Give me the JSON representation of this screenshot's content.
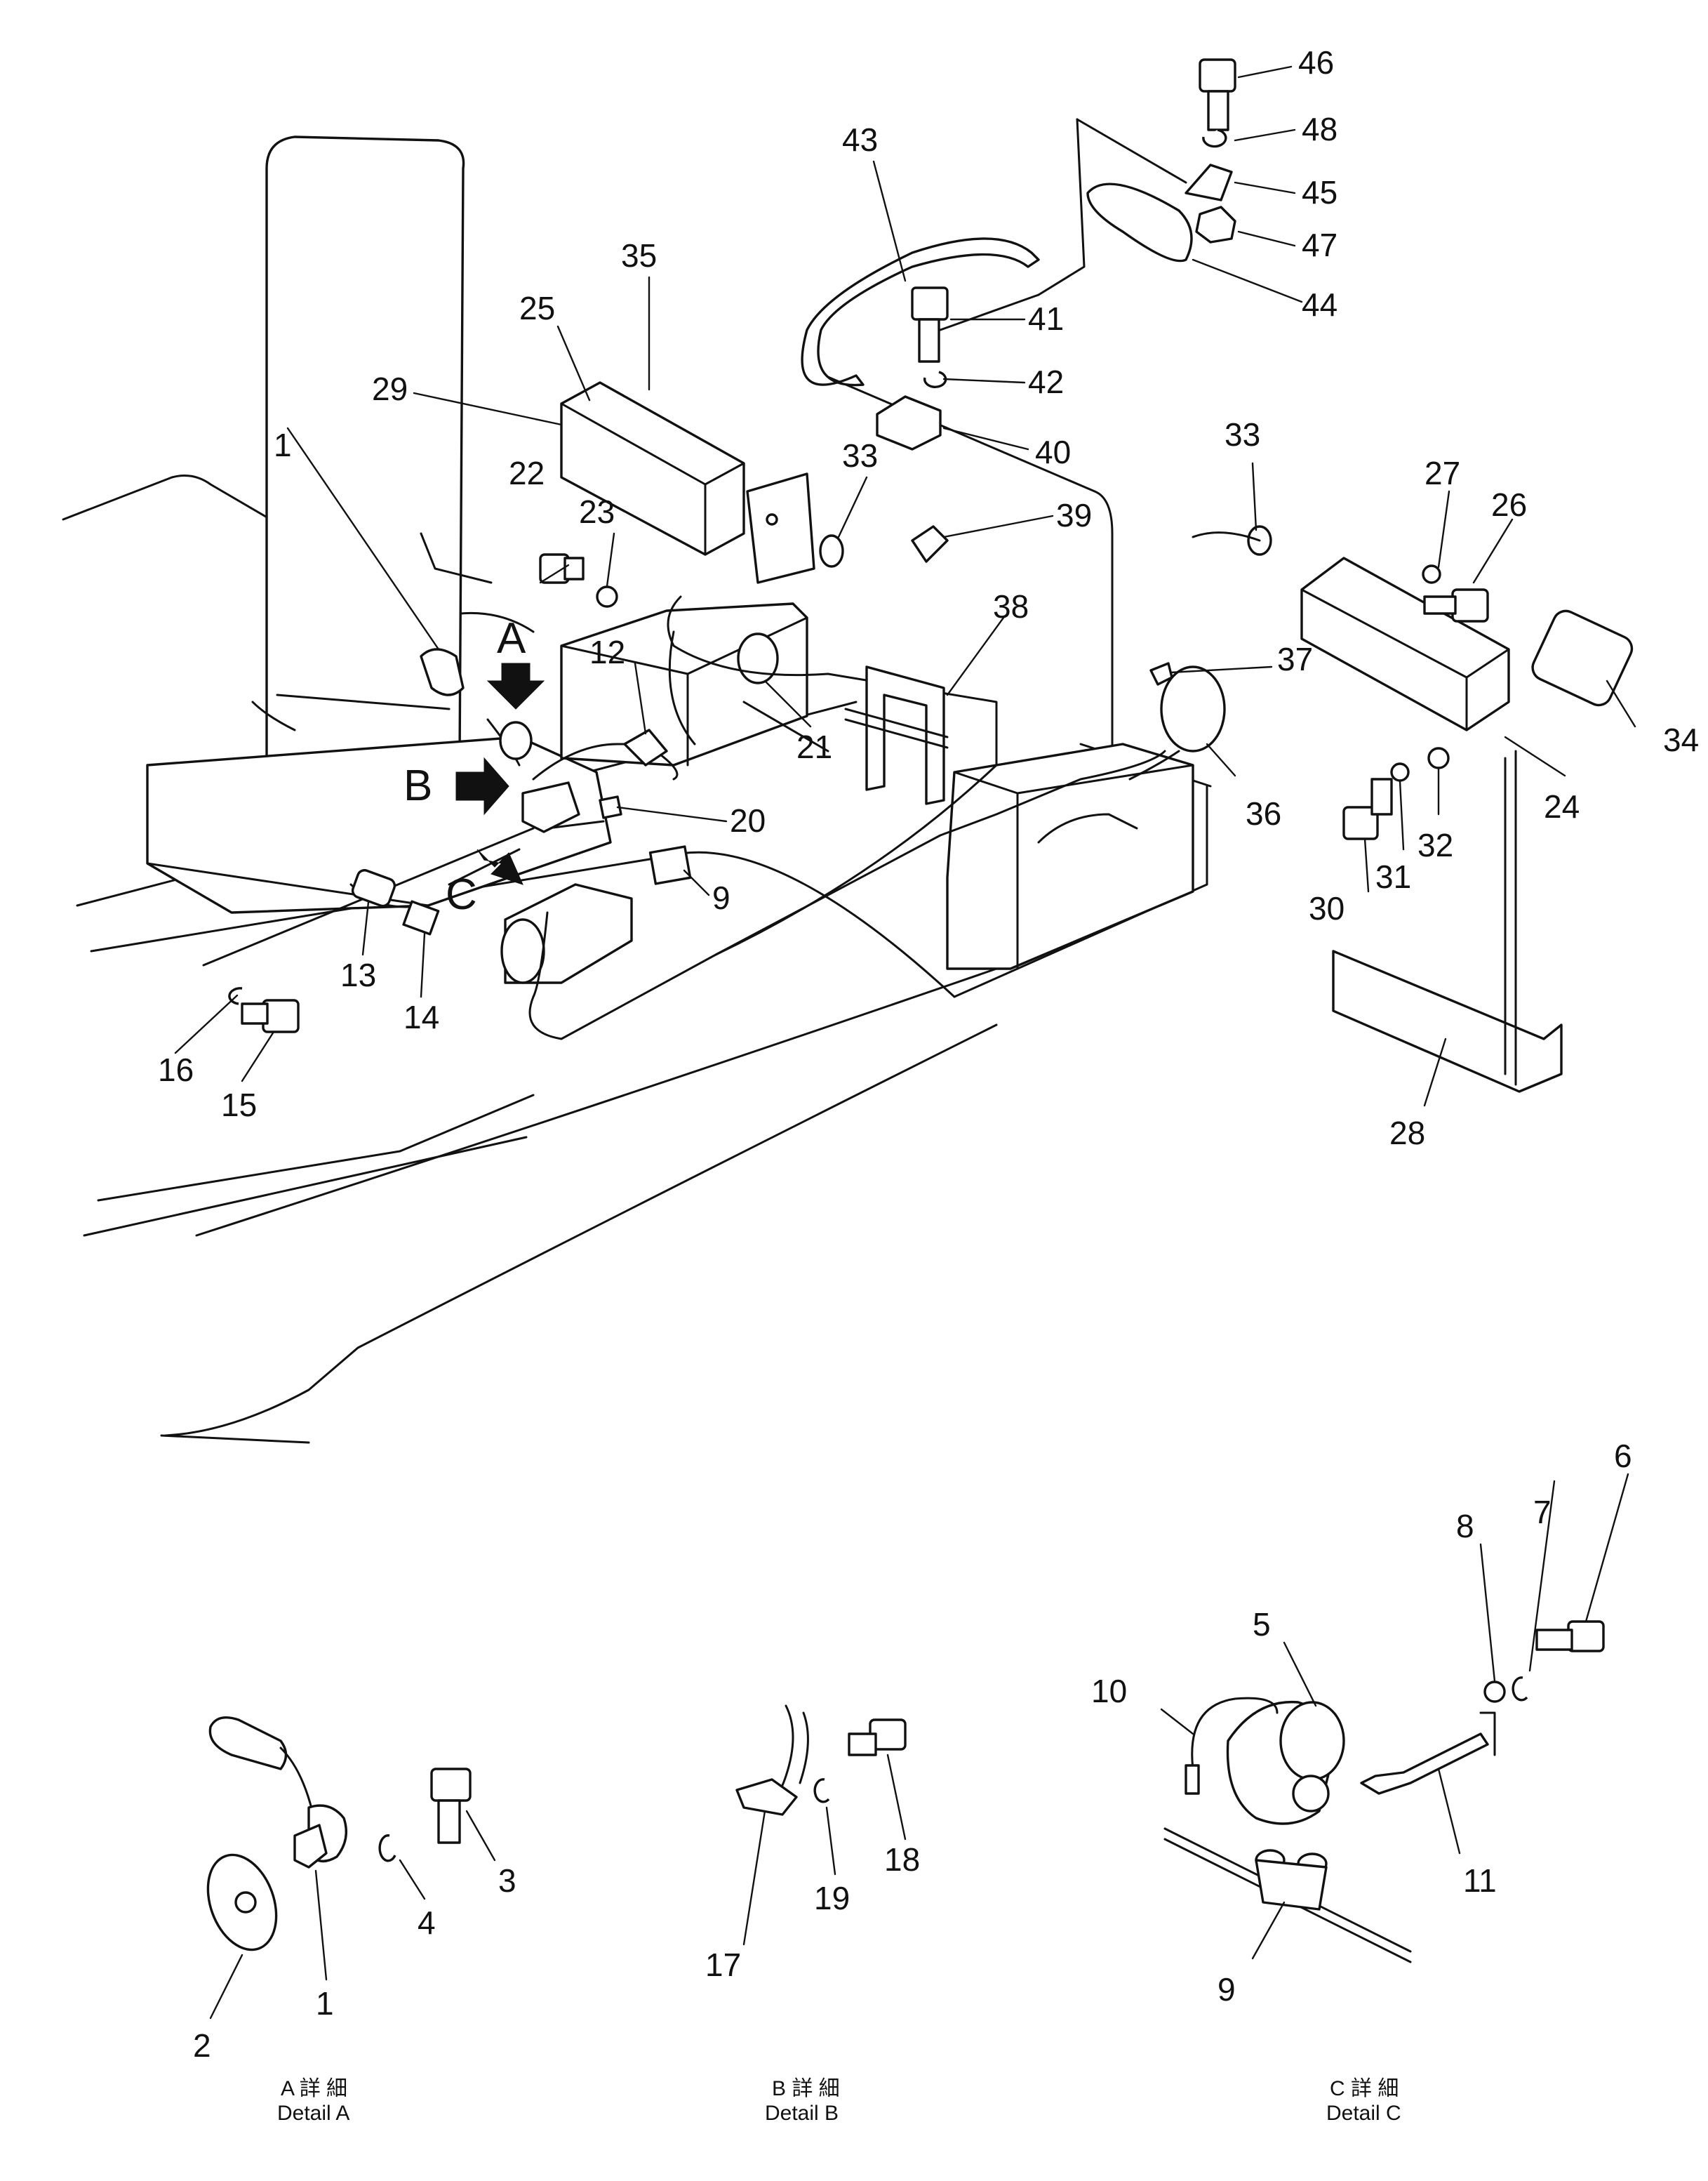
{
  "callouts": {
    "c1": "1",
    "c2": "2",
    "c3": "3",
    "c4": "4",
    "c5": "5",
    "c6": "6",
    "c7": "7",
    "c8": "8",
    "c9": "9",
    "c9b": "9",
    "c10": "10",
    "c11": "11",
    "c12": "12",
    "c13": "13",
    "c14": "14",
    "c15": "15",
    "c16": "16",
    "c17": "17",
    "c18": "18",
    "c19": "19",
    "c20": "20",
    "c21": "21",
    "c22": "22",
    "c23": "23",
    "c24": "24",
    "c25": "25",
    "c26": "26",
    "c27": "27",
    "c28": "28",
    "c29": "29",
    "c30": "30",
    "c31": "31",
    "c32": "32",
    "c33a": "33",
    "c33b": "33",
    "c34": "34",
    "c35": "35",
    "c36": "36",
    "c37": "37",
    "c38": "38",
    "c39": "39",
    "c40": "40",
    "c41": "41",
    "c42": "42",
    "c43": "43",
    "c44": "44",
    "c45": "45",
    "c46": "46",
    "c47": "47",
    "c48": "48",
    "c1a": "1"
  },
  "view_markers": {
    "a": "A",
    "b": "B",
    "c": "C"
  },
  "details": {
    "a_jp": "A 詳 細",
    "a_en": "Detail A",
    "b_jp": "B 詳 細",
    "b_en": "Detail B",
    "c_jp": "C 詳 細",
    "c_en": "Detail C"
  }
}
